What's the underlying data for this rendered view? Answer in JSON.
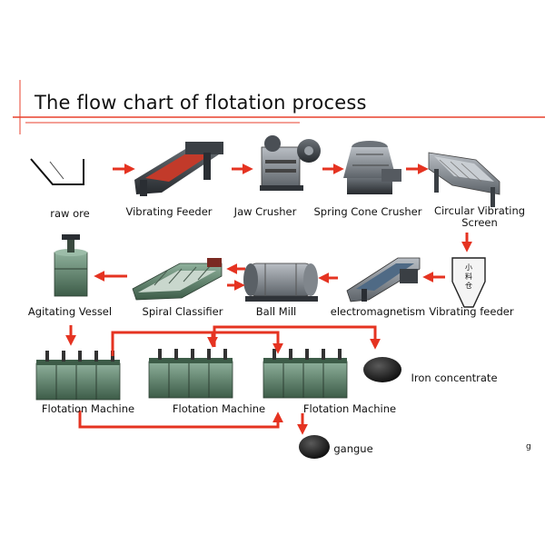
{
  "title": "The flow chart of flotation process",
  "colors": {
    "arrow": "#e53321",
    "rule": "#e8412d",
    "metal": "#8a8f94",
    "dark": "#2f3338",
    "green": "#5f7f6a",
    "ore": "#1a1a1a"
  },
  "labels": {
    "raw_ore": "raw ore",
    "vibrating_feeder": "Vibrating Feeder",
    "jaw_crusher": "Jaw Crusher",
    "spring_cone_crusher": "Spring Cone Crusher",
    "circular_vibrating_screen": "Circular Vibrating Screen",
    "vibrating_feeder_2": "Vibrating feeder",
    "electromagnetism": "electromagnetism",
    "ball_mill": "Ball Mill",
    "spiral_classifier": "Spiral Classifier",
    "agitating_vessel": "Agitating Vessel",
    "flotation_machine_1": "Flotation Machine",
    "flotation_machine_2": "Flotation Machine",
    "flotation_machine_3": "Flotation Machine",
    "iron_concentrate": "Iron concentrate",
    "gangue": "gangue",
    "hopper_text": "小 料 仓",
    "corner_mark": "g"
  },
  "icons": [
    "raw-ore-icon",
    "vibrating-feeder-icon",
    "jaw-crusher-icon",
    "cone-crusher-icon",
    "vibrating-screen-icon",
    "hopper-icon",
    "electromagnetic-feeder-icon",
    "ball-mill-icon",
    "spiral-classifier-icon",
    "agitating-tank-icon",
    "flotation-cell-icon",
    "ore-pile-icon"
  ]
}
